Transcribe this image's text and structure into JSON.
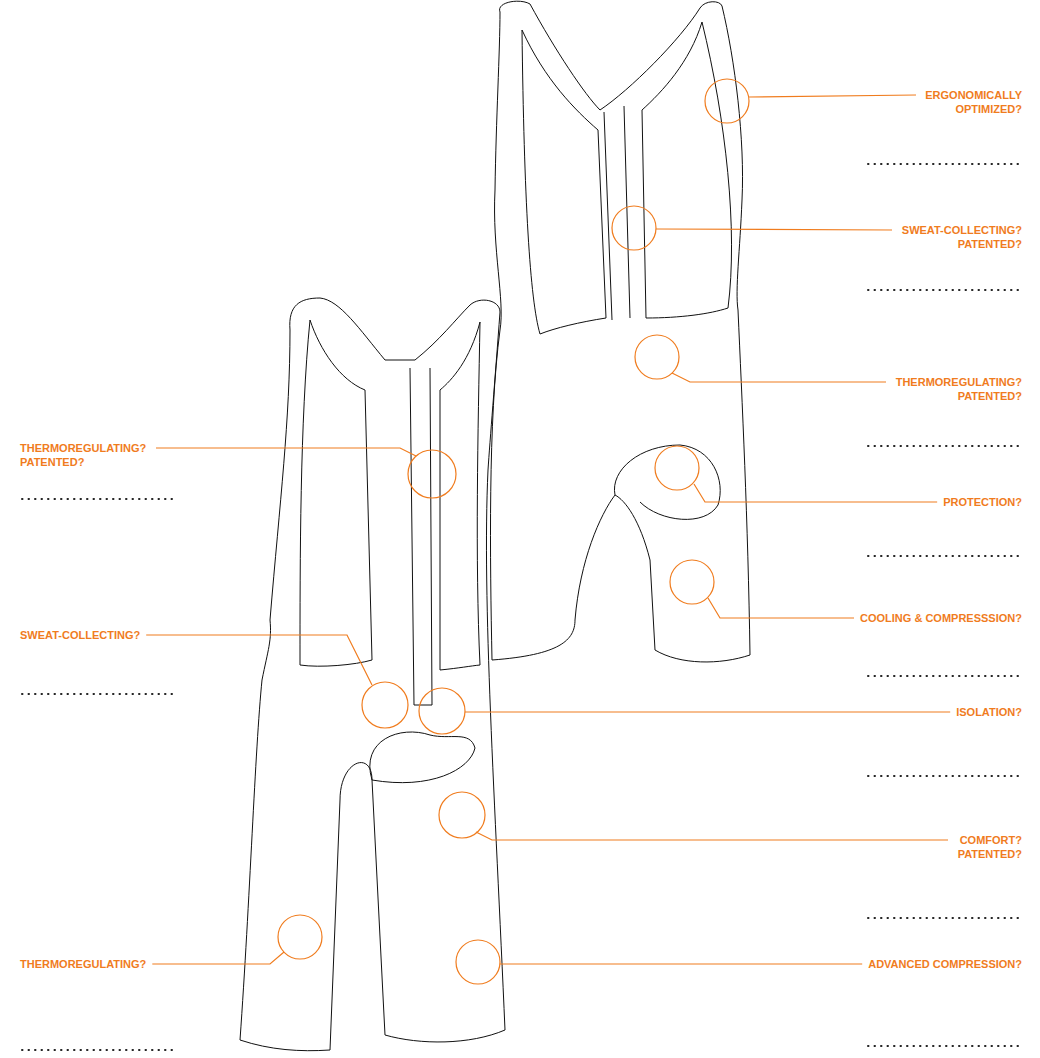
{
  "diagram": {
    "labels": [
      "ERGONOMICALLY OPTIMIZED?",
      "SWEAT-COLLECTING? PATENTED?",
      "THERMOREGULATING? PATENTED?",
      "THERMOREGULATING? PATENTED?",
      "PROTECTION?",
      "COOLING & COMPRESSSION?",
      "SWEAT-COLLECTING?",
      "ISOLATION?",
      "COMFORT? PATENTED?",
      "ADVANCED COMPRESSION?",
      "THERMOREGULATING?"
    ]
  }
}
